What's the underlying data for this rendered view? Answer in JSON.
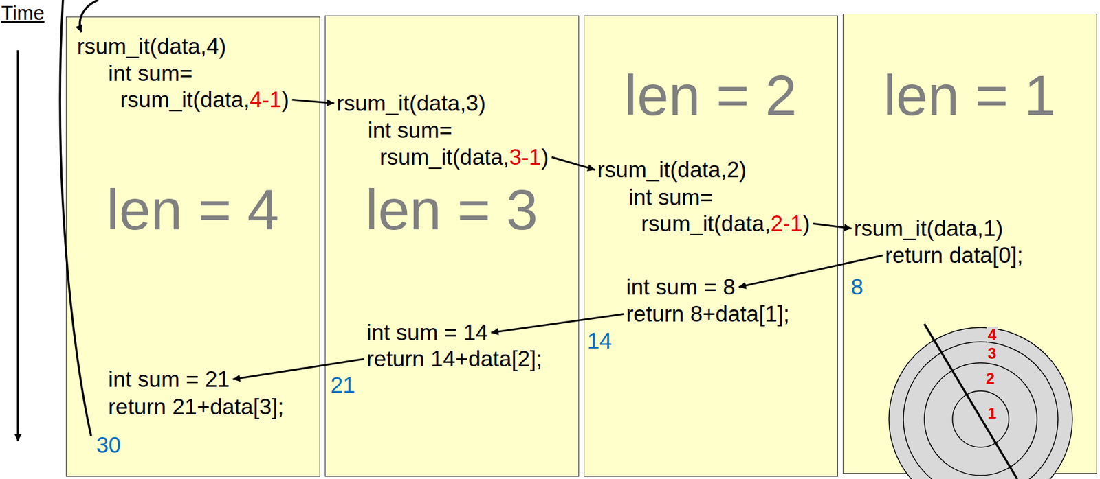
{
  "diagram": {
    "nodes": [
      {
        "text": [
          "len = 4",
          "30"
        ]
      },
      {
        "text": [
          "rsum_it(data,4)"
        ],
        "in": 0
      },
      {
        "text": [
          "int sum="
        ],
        "in": 0
      },
      {
        "text": [
          "rsum_it(data,",
          "4-1",
          ")"
        ],
        "in": 0
      },
      {
        "text": [
          "int sum = 21"
        ],
        "in": 0
      },
      {
        "text": [
          "return 21+data[3];"
        ],
        "in": 0
      },
      {
        "text": [
          "len = 3",
          "21"
        ]
      },
      {
        "text": [
          "rsum_it(data,3)"
        ],
        "in": 6
      },
      {
        "text": [
          "int sum="
        ],
        "in": 6
      },
      {
        "text": [
          "rsum_it(data,",
          "3-1",
          ")"
        ],
        "in": 6
      },
      {
        "text": [
          "int sum = 14"
        ],
        "in": 6
      },
      {
        "text": [
          "return 14+data[2];"
        ],
        "in": 6
      },
      {
        "text": [
          "len = 2",
          "14"
        ]
      },
      {
        "text": [
          "rsum_it(data,2)"
        ],
        "in": 12
      },
      {
        "text": [
          "int sum="
        ],
        "in": 12
      },
      {
        "text": [
          "rsum_it(data,",
          "2-1",
          ")"
        ],
        "in": 12
      },
      {
        "text": [
          "int sum = 8"
        ],
        "in": 12
      },
      {
        "text": [
          "return 8+data[1];"
        ],
        "in": 12
      },
      {
        "text": [
          "len = 1",
          "8"
        ]
      },
      {
        "text": [
          "rsum_it(data,1)"
        ],
        "in": 18
      },
      {
        "text": [
          "return data[0];"
        ],
        "in": 18
      }
    ],
    "edges": [
      {
        "from": 3,
        "to": 7,
        "arrow": "to"
      },
      {
        "from": 9,
        "to": 13,
        "arrow": "to"
      },
      {
        "from": 15,
        "to": 19,
        "arrow": "to"
      },
      {
        "from": 20,
        "to": 16,
        "arrow": "to"
      },
      {
        "from": 17,
        "to": 10,
        "arrow": "to"
      },
      {
        "from": 11,
        "to": 4,
        "arrow": "to"
      }
    ],
    "labels": [
      "Time",
      "4",
      "3",
      "2",
      "1"
    ]
  }
}
